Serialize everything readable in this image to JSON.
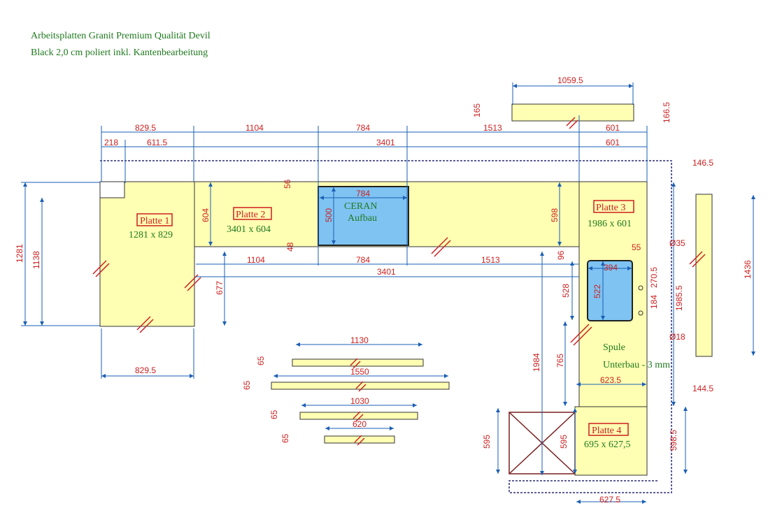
{
  "header": {
    "line1": "Arbeitsplatten Granit Premium Qualität Devil",
    "line2": "Black 2,0 cm poliert inkl. Kantenbearbeitung"
  },
  "plates": {
    "p1": {
      "name": "Platte 1",
      "size": "1281 x 829"
    },
    "p2": {
      "name": "Platte 2",
      "size": "3401 x 604"
    },
    "p3": {
      "name": "Platte 3",
      "size": "1986 x 601"
    },
    "p4": {
      "name": "Platte 4",
      "size": "695 x 627,5"
    }
  },
  "cutouts": {
    "ceran_line1": "CERAN",
    "ceran_line2": "Aufbau",
    "sink_line1": "Spule",
    "sink_line2": "Unterbau - 3 mm"
  },
  "dimensions": {
    "top_strip_len": "1059.5",
    "top_strip_left": "165",
    "top_strip_right": "166.5",
    "row1_a": "829.5",
    "row1_b": "1104",
    "row1_c": "784",
    "row1_d": "1513",
    "row1_e": "601",
    "row2_a": "218",
    "row2_b": "611.5",
    "row2_c": "3401",
    "row2_d": "601",
    "ceran_w": "784",
    "ceran_h": "500",
    "d56": "56",
    "d48": "48",
    "p2_depth": "604",
    "p2_right_depth": "598",
    "mid_a": "1104",
    "mid_b": "784",
    "mid_c": "1513",
    "mid_total": "3401",
    "left_total": "1281",
    "left_inner": "1138",
    "d677": "677",
    "bottom_left": "829.5",
    "d96": "96",
    "d528": "528",
    "sink_w": "394",
    "sink_h": "522",
    "d55": "55",
    "d270": "270.5",
    "d184": "184",
    "dia35": "Ø35",
    "dia18": "Ø18",
    "d1985": "1985.5",
    "side_top": "146.5",
    "side_len": "1436",
    "side_bottom": "144.5",
    "d1984": "1984",
    "d765": "765",
    "d623": "623.5",
    "d595a": "595",
    "d595b": "595",
    "d598": "598.5",
    "p4_bottom": "627.5",
    "strip1_len": "1130",
    "strip2_len": "1550",
    "strip3_len": "1030",
    "strip4_len": "620",
    "strip_h": "65"
  },
  "colors": {
    "plate_fill": "#ffffb3",
    "cutout_fill": "#7ec3f2",
    "dimension_line": "#1a5fb4",
    "dimension_text": "#cc1f1f",
    "label_green": "#1f7a1f",
    "outline_dark": "#2a2a6a"
  }
}
